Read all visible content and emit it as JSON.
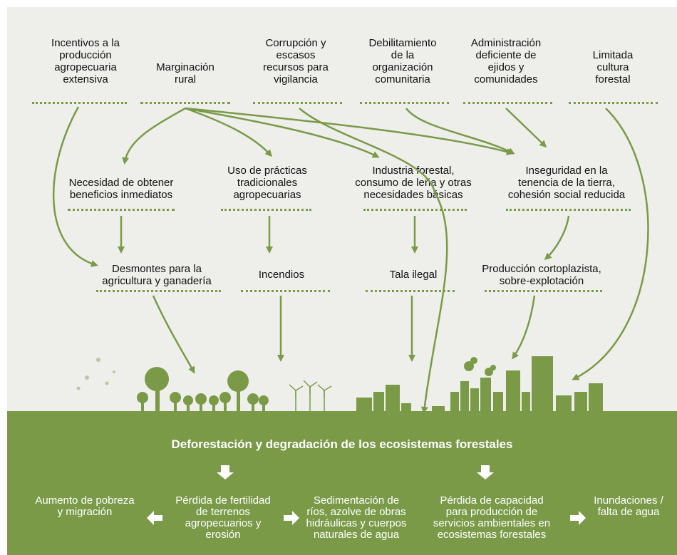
{
  "causes": [
    {
      "lines": [
        "Incentivos a la",
        "producción",
        "agropecuaria",
        "extensiva"
      ]
    },
    {
      "lines": [
        "Marginación",
        "rural"
      ]
    },
    {
      "lines": [
        "Corrupción y",
        "escasos",
        "recursos para",
        "vigilancia"
      ]
    },
    {
      "lines": [
        "Debilitamiento",
        "de la",
        "organización",
        "comunitaria"
      ]
    },
    {
      "lines": [
        "Administración",
        "deficiente de",
        "ejidos y",
        "comunidades"
      ]
    },
    {
      "lines": [
        "Limitada",
        "cultura",
        "forestal"
      ]
    }
  ],
  "intermediate": [
    {
      "lines": [
        "Necesidad de obtener",
        "beneficios inmediatos"
      ]
    },
    {
      "lines": [
        "Uso de prácticas",
        "tradicionales",
        "agropecuarias"
      ]
    },
    {
      "lines": [
        "Industria forestal,",
        "consumo de leña y otras",
        "necesidades básicas"
      ]
    },
    {
      "lines": [
        "Inseguridad en la",
        "tenencia de la tierra,",
        "cohesión social reducida"
      ]
    }
  ],
  "direct": [
    {
      "lines": [
        "Desmontes para la",
        "agricultura y ganadería"
      ]
    },
    {
      "lines": [
        "Incendios"
      ]
    },
    {
      "lines": [
        "Tala ilegal"
      ]
    },
    {
      "lines": [
        "Producción cortoplazista,",
        "sobre-explotación"
      ]
    }
  ],
  "main_problem": "Deforestación y degradación de los ecosistemas forestales",
  "effects": [
    {
      "lines": [
        "Aumento de pobreza",
        "y migración"
      ]
    },
    {
      "lines": [
        "Pérdida de fertilidad",
        "de terrenos",
        "agropecuarios y",
        "erosión"
      ]
    },
    {
      "lines": [
        "Sedimentación de",
        "ríos, azolve de obras",
        "hidráulicas y cuerpos",
        "naturales de agua"
      ]
    },
    {
      "lines": [
        "Pérdida de capacidad",
        "para producción de",
        "servicios ambientales en",
        "ecosistemas forestales"
      ]
    },
    {
      "lines": [
        "Inundaciones /",
        "falta de agua"
      ]
    }
  ],
  "colors": {
    "accent": "#7a9a48",
    "background": "#eeefeb",
    "text": "#111111",
    "band_text": "#ffffff"
  }
}
